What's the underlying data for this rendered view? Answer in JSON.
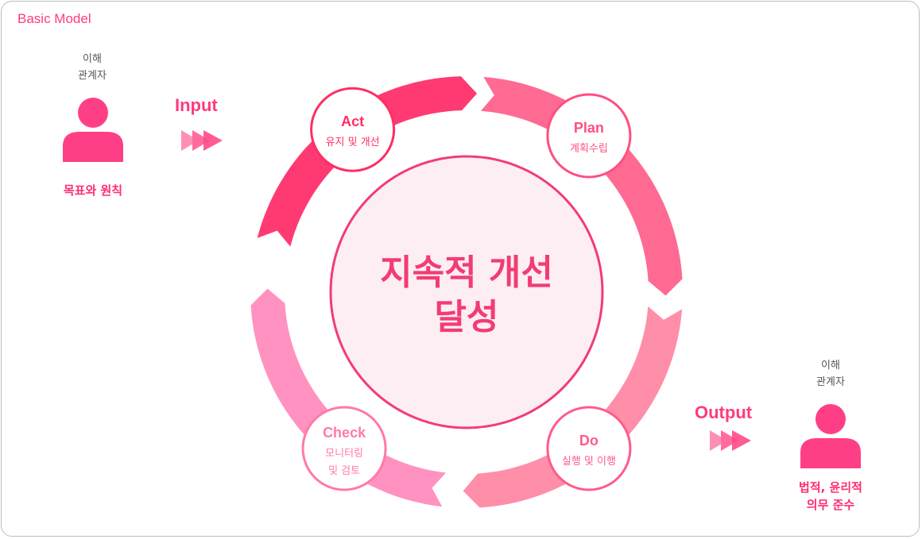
{
  "title": "Basic Model",
  "input": {
    "stakeholder": [
      "이해",
      "관계자"
    ],
    "label": "Input",
    "caption": [
      "목표와 원칙"
    ]
  },
  "output": {
    "stakeholder": [
      "이해",
      "관계자"
    ],
    "label": "Output",
    "caption": [
      "법적, 윤리적",
      "의무 준수"
    ]
  },
  "center": [
    "지속적 개선",
    "달성"
  ],
  "stages": [
    {
      "name": "Act",
      "sub": [
        "유지 및 개선"
      ],
      "color": "#ff3a72",
      "text_color": "#ff2e63"
    },
    {
      "name": "Plan",
      "sub": [
        "계획수립"
      ],
      "color": "#ff6a92",
      "text_color": "#ff4f80"
    },
    {
      "name": "Do",
      "sub": [
        "실행 및 이행"
      ],
      "color": "#ff8ea9",
      "text_color": "#ff5b8a"
    },
    {
      "name": "Check",
      "sub": [
        "모니터링",
        "및 검토"
      ],
      "color": "#ff92c0",
      "text_color": "#ff7aa8"
    }
  ],
  "colors": {
    "accent": "#ff3a80",
    "center_fill": "#fdeef3",
    "center_stroke": "#f23c74",
    "person": "#ff3f85"
  }
}
